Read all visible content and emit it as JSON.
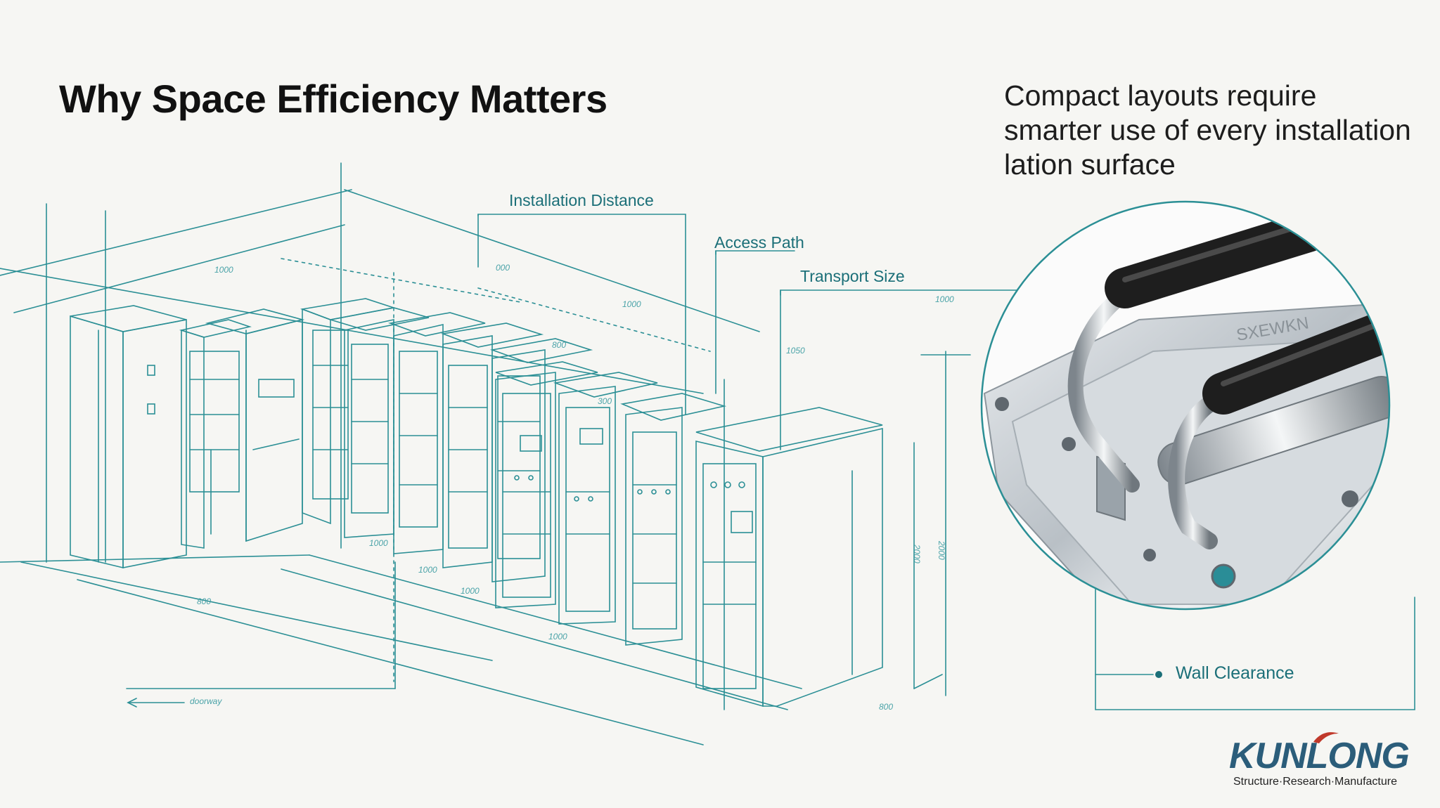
{
  "title": "Why Space Efficiency Matters",
  "subtitle_lines": [
    "Compact layouts require",
    "smarter use of every installation",
    "lation surface"
  ],
  "callouts": {
    "installation_distance": "Installation Distance",
    "access_path": "Access Path",
    "transport_size": "Transport Size",
    "wall_clearance": "Wall Clearance"
  },
  "dimension_marks": [
    "1000",
    "000",
    "1000",
    "1050",
    "800",
    "300",
    "1000",
    "1000",
    "1000",
    "800",
    "1000",
    "800",
    "2000",
    "2000",
    "1000",
    "doorway"
  ],
  "handle_engraving": "SXEWKN",
  "colors": {
    "accent": "#1b6f78",
    "sketch_line": "#2b8f95",
    "background": "#f6f6f3",
    "brand": "#2b5d7a",
    "brand_mark": "#c0392b"
  },
  "logo": {
    "name": "KUNLONG",
    "tagline": "Structure·Research·Manufacture"
  }
}
